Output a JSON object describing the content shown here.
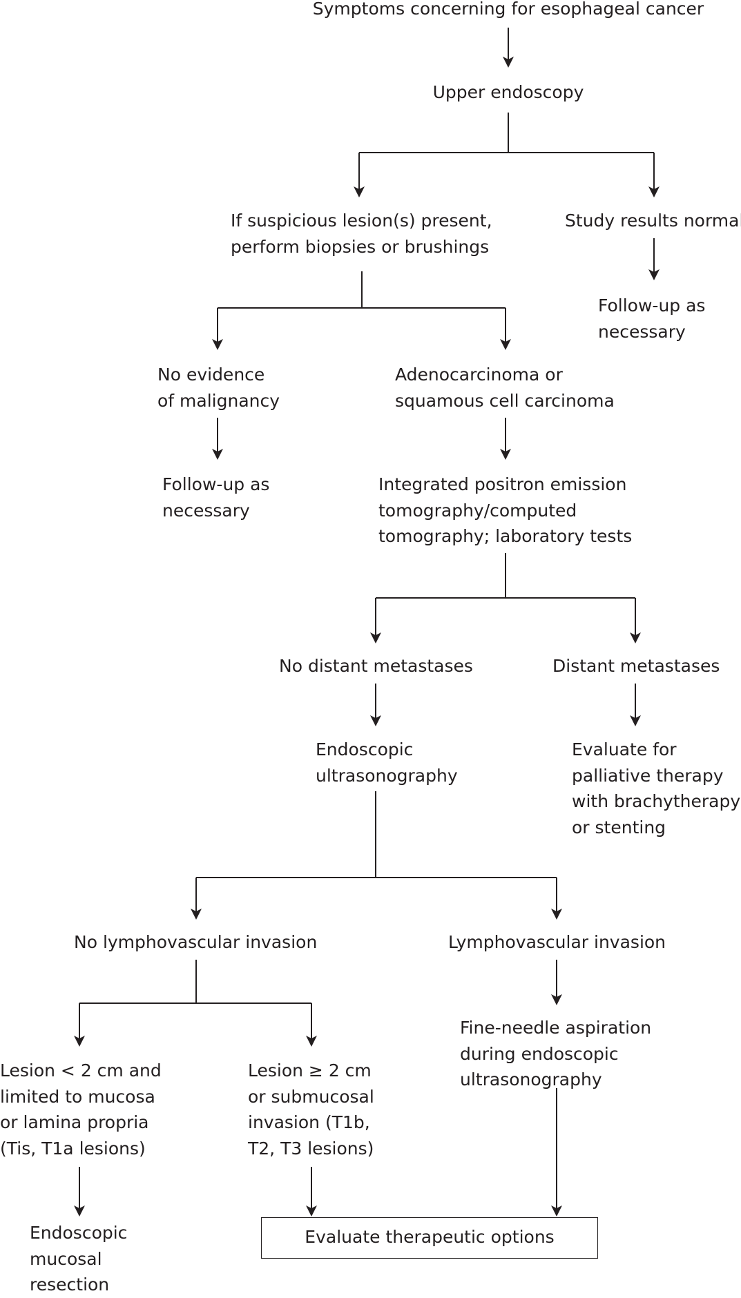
{
  "diagram": {
    "nodes": {
      "symptoms": [
        "Symptoms concerning for esophageal cancer"
      ],
      "endoscopy": [
        "Upper endoscopy"
      ],
      "suspicious": [
        "If suspicious lesion(s) present,",
        "perform biopsies or brushings"
      ],
      "normal": [
        "Study results normal"
      ],
      "followup_normal": [
        "Follow-up as",
        "necessary"
      ],
      "no_malignancy": [
        "No evidence",
        "of malignancy"
      ],
      "carcinoma": [
        "Adenocarcinoma or",
        "squamous cell carcinoma"
      ],
      "followup_no_malig": [
        "Follow-up as",
        "necessary"
      ],
      "petct": [
        "Integrated positron emission",
        "tomography/computed",
        "tomography; laboratory tests"
      ],
      "no_distant": [
        "No distant metastases"
      ],
      "distant": [
        "Distant metastases"
      ],
      "eus": [
        "Endoscopic",
        "ultrasonography"
      ],
      "palliative": [
        "Evaluate for",
        "palliative therapy",
        "with brachytherapy",
        "or stenting"
      ],
      "no_lvi": [
        "No lymphovascular invasion"
      ],
      "lvi": [
        "Lymphovascular invasion"
      ],
      "fna": [
        "Fine-needle aspiration",
        "during endoscopic",
        "ultrasonography"
      ],
      "small_lesion": [
        "Lesion < 2 cm and",
        "limited to mucosa",
        "or lamina propria",
        "(Tis, T1a lesions)"
      ],
      "large_lesion": [
        "Lesion ≥ 2 cm",
        "or submucosal",
        "invasion (T1b,",
        "T2, T3 lesions)"
      ],
      "emr": [
        "Endoscopic",
        "mucosal",
        "resection"
      ],
      "therapeutic": [
        "Evaluate therapeutic options"
      ]
    }
  }
}
